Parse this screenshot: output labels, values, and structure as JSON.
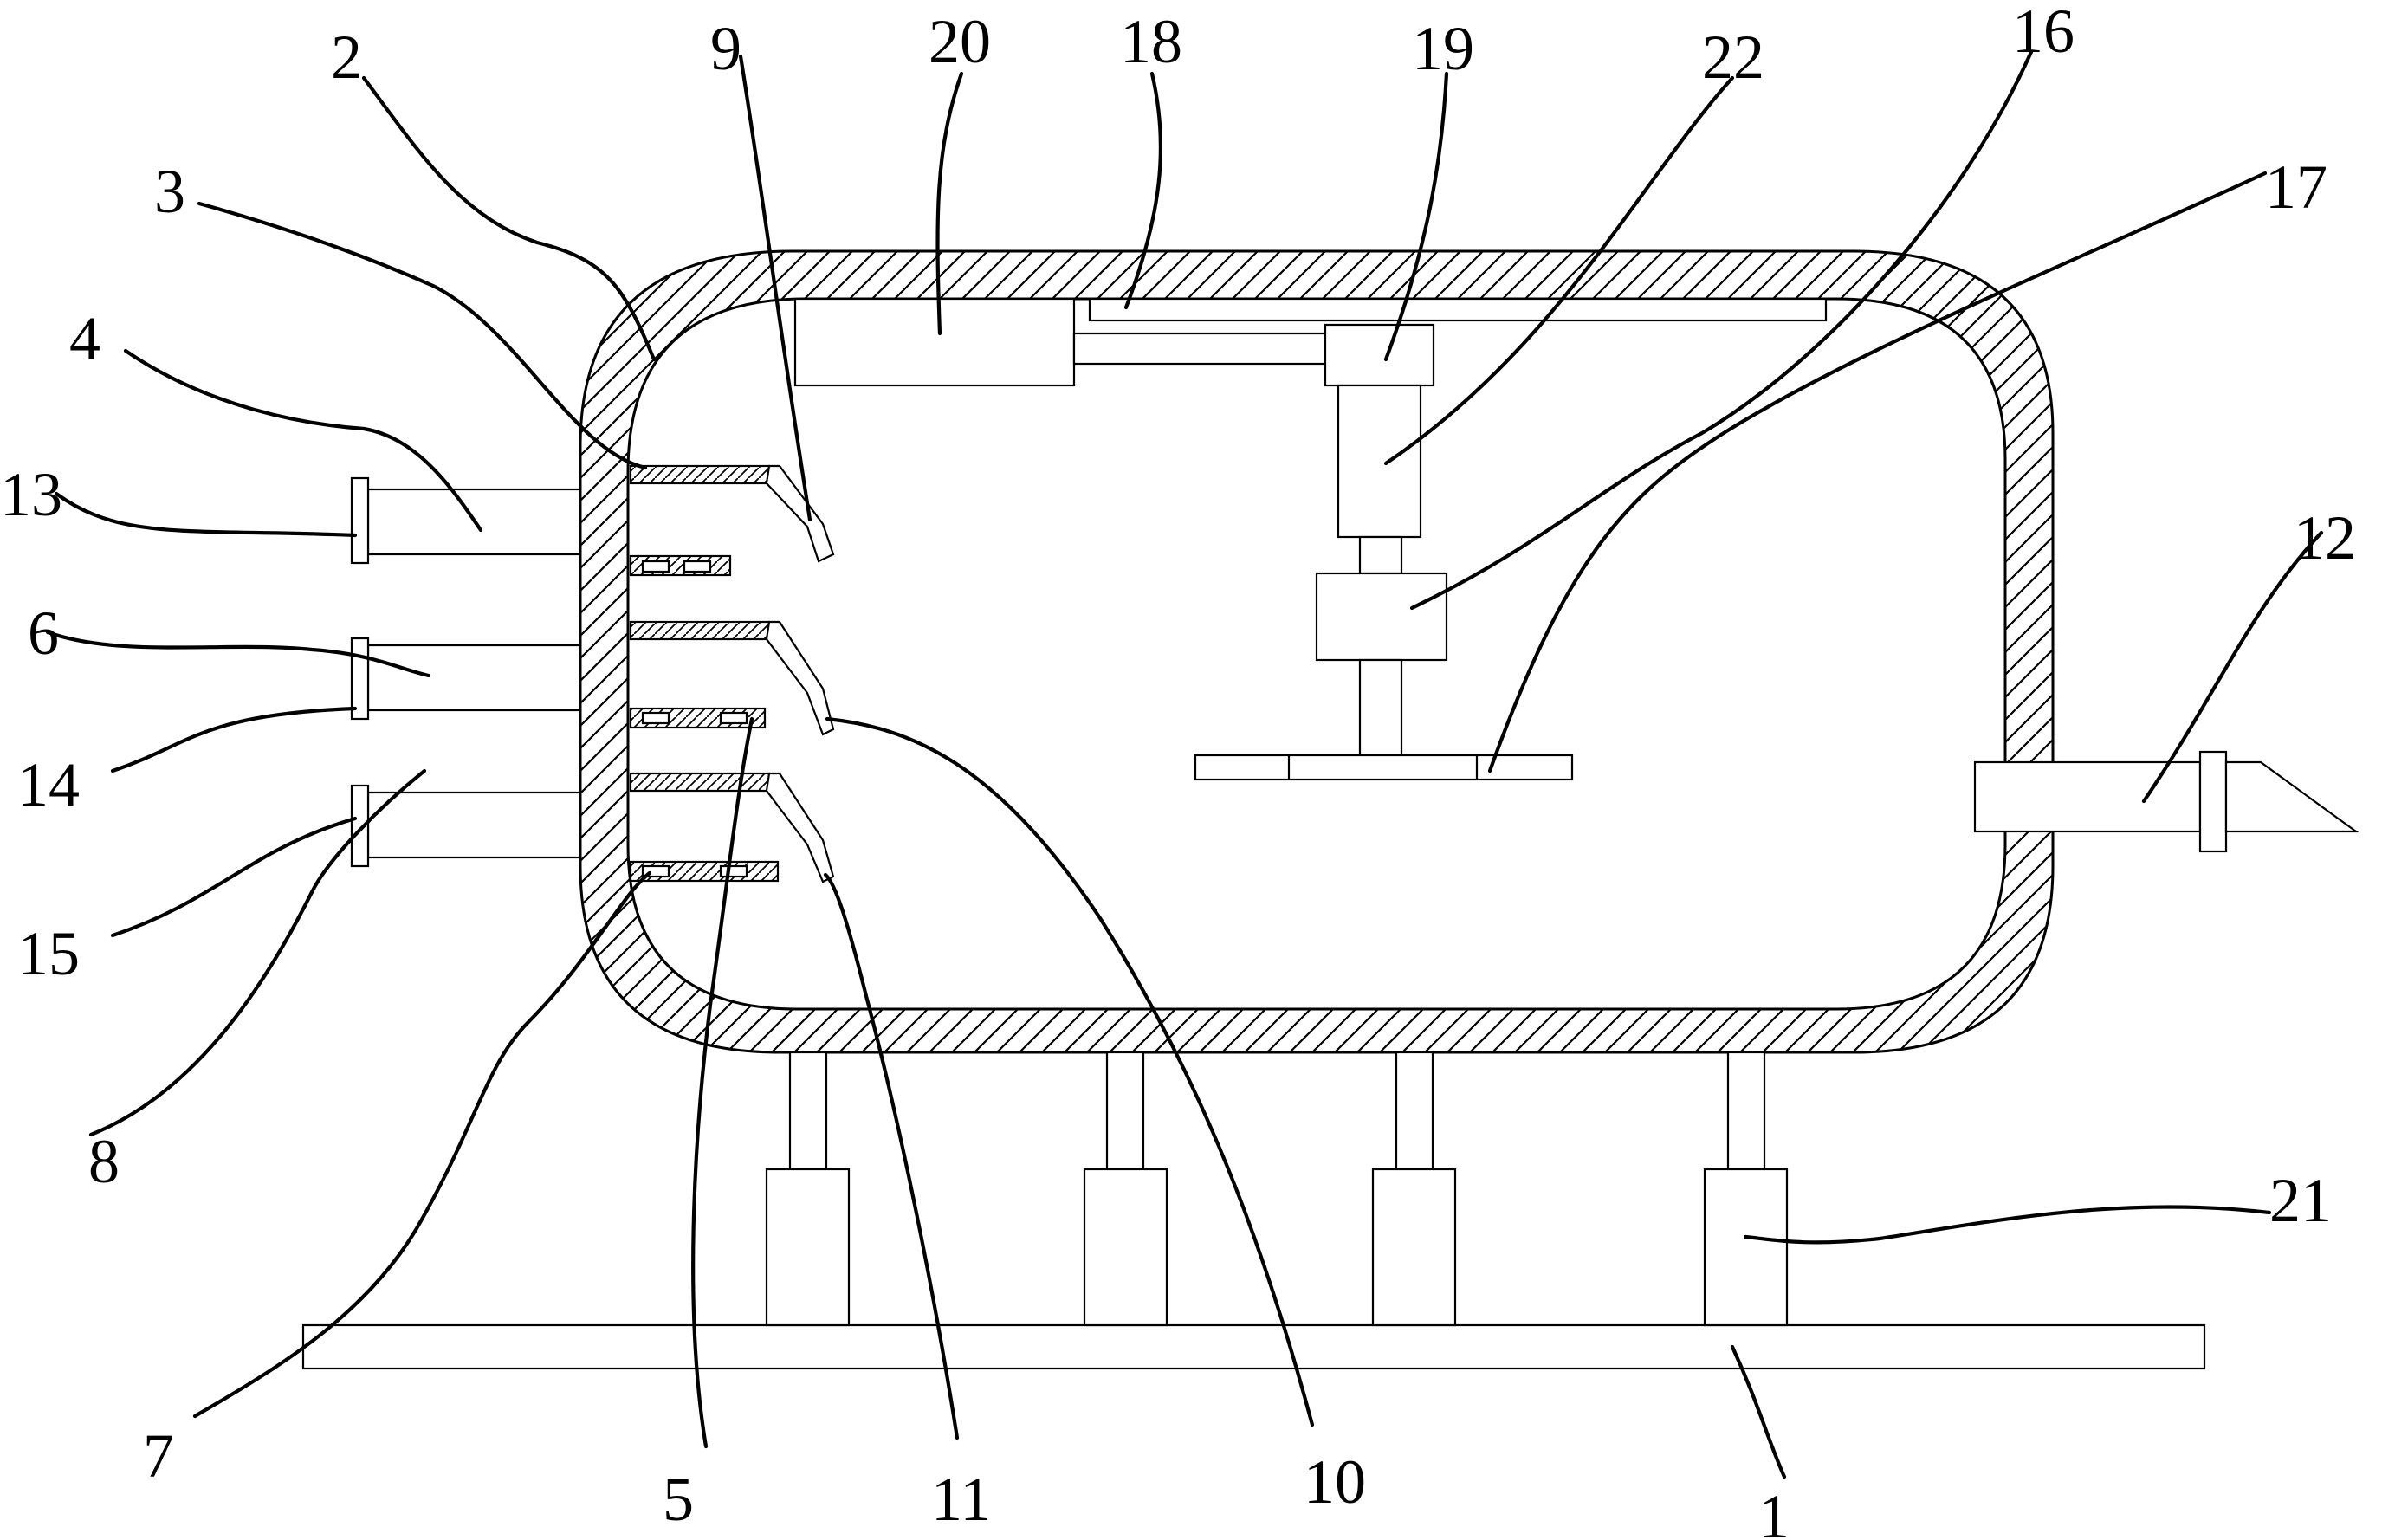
{
  "figure": {
    "labels": {
      "l1": "1",
      "l2": "2",
      "l3": "3",
      "l4": "4",
      "l5": "5",
      "l6": "6",
      "l7": "7",
      "l8": "8",
      "l9": "9",
      "l10": "10",
      "l11": "11",
      "l12": "12",
      "l13": "13",
      "l14": "14",
      "l15": "15",
      "l16": "16",
      "l17": "17",
      "l18": "18",
      "l19": "19",
      "l20": "20",
      "l21": "21",
      "l22": "22"
    }
  }
}
